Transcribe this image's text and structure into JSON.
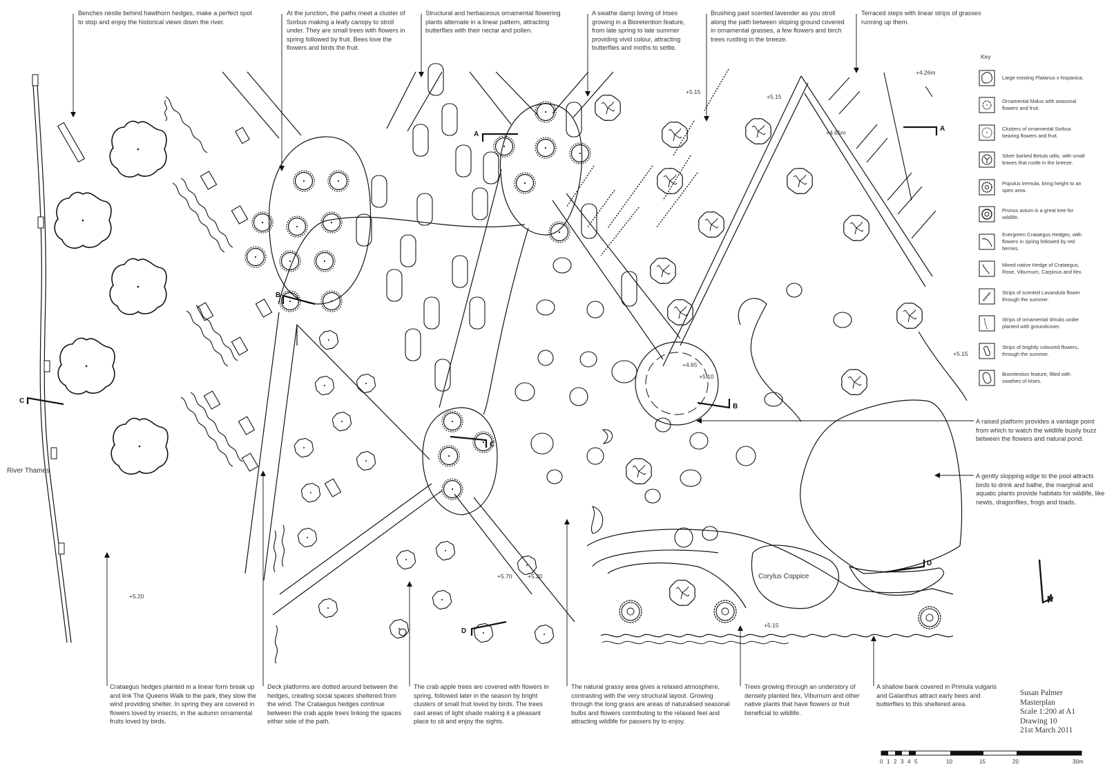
{
  "annotations": {
    "benches": "Benches nestle behind hawthorn hedges, make a perfect spot to stop and enjoy the historical views down the river.",
    "junction": "At the junction, the paths meet a cluster of Sorbus making a leafy canopy to stroll under. They are small trees with flowers in spring followed by fruit. Bees love the flowers and birds the fruit.",
    "structural": "Structural and herbaceous ornamental flowering plants alternate in a linear pattern, attracting butterflies with their nectar and pollen.",
    "irises": "A swathe damp loving of Irises growing in a Bioretention feature, from late spring to late summer providing vivid colour, attracting butterflies and moths to settle.",
    "lavender": "Brushing past scented lavender as you stroll along the path between sloping ground covered in ornamental grasses, a few flowers and birch trees rustling in the breeze.",
    "terraced": "Terraced steps with linear strips of grasses running up them.",
    "platform": "A raised platform provides a vantage point from which to watch the wildlife busily buzz between the flowers and natural pond.",
    "pool": "A gently slopping edge to the pool attracts birds to drink and bathe, the marginal and aquatic plants provide habitats for wildlife, like newts, dragonflies, frogs and toads.",
    "crataegus": "Crataegus hedges planted in a linear form break up and link The Queens Walk to the park, they slow the wind providing shelter. In spring they are covered in flowers loved by insects, in the autumn ornamental fruits loved by birds.",
    "deck": "Deck platforms are dotted around between the hedges, creating social spaces sheltered from the wind. The Crataegus hedges continue between the crab apple trees linking the spaces either side of the path.",
    "crab": "The crab apple trees are covered with flowers in spring, followed later in the season by bright clusters of small fruit loved by birds. The trees cast areas of light shade making it a pleasant place to sit and enjoy the sights.",
    "grassy": "The natural grassy area gives a relaxed atmosphere, contrasting with the very structural layout. Growing through the long grass are areas of naturalised seasonal bulbs and flowers contributing to the relaxed feel and attracting wildlife for passers by to enjoy.",
    "understory": "Trees growing through an understory of densely planted Ilex, Viburnum and other native plants that have flowers or fruit beneficial to wildlife.",
    "bank": "A shallow bank covered in Primula vulgaris and Galanthus attract early bees and butterflies to this sheltered area."
  },
  "labels": {
    "river": "River Thames",
    "coppice": "Corylus Coppice"
  },
  "levels": [
    "+5.15",
    "+5.15",
    "+4.26m",
    "+4.65m",
    "+4.65",
    "+5.10",
    "+5.15",
    "+5.15",
    "+5.70",
    "+5.20",
    "+5.20"
  ],
  "sections": [
    "A",
    "A",
    "B",
    "B",
    "C",
    "C",
    "D",
    "D"
  ],
  "key": {
    "title": "Key",
    "items": [
      {
        "icon": "platanus-symbol-icon",
        "text": "Large existing Platanus x hispanica."
      },
      {
        "icon": "malus-symbol-icon",
        "text": "Ornamental Malus with seasonal flowers and fruit."
      },
      {
        "icon": "sorbus-symbol-icon",
        "text": "Clusters of ornamental Sorbus bearing flowers and fruit."
      },
      {
        "icon": "betula-symbol-icon",
        "text": "Silver barked Betula utilis, with small leaves that rustle in the breeze."
      },
      {
        "icon": "populus-symbol-icon",
        "text": "Populus tremula, bring height to an open area."
      },
      {
        "icon": "prunus-symbol-icon",
        "text": "Prunus avium is a great tree for wildlife."
      },
      {
        "icon": "crataegus-hedge-symbol-icon",
        "text": "Evergreen Crataegus Hedges, with flowers in spring followed by red berries."
      },
      {
        "icon": "native-hedge-symbol-icon",
        "text": "Mixed native Hedge of Crataegus, Rose, Viburnum, Carpinus and Ilex."
      },
      {
        "icon": "lavandula-symbol-icon",
        "text": "Strips of scented Lavandula flower through the summer."
      },
      {
        "icon": "shrubs-symbol-icon",
        "text": "Strips of ornamental shrubs under planted with groundcover."
      },
      {
        "icon": "flowers-strip-symbol-icon",
        "text": "Strips of brightly coloured flowers, through the summer."
      },
      {
        "icon": "bioretention-symbol-icon",
        "text": "Bioretention feature, filled with swathes of Irises."
      }
    ]
  },
  "title_block": {
    "author": "Susan Palmer",
    "drawing_type": "Masterplan",
    "scale": "Scale 1:200 at A1",
    "drawing_number": "Drawing 10",
    "date": "21st March 2011"
  },
  "scale_bar": {
    "ticks": [
      "0",
      "1",
      "2",
      "3",
      "4",
      "5",
      "10",
      "15",
      "20",
      "30m"
    ]
  },
  "north_arrow": {
    "letter": "N"
  }
}
